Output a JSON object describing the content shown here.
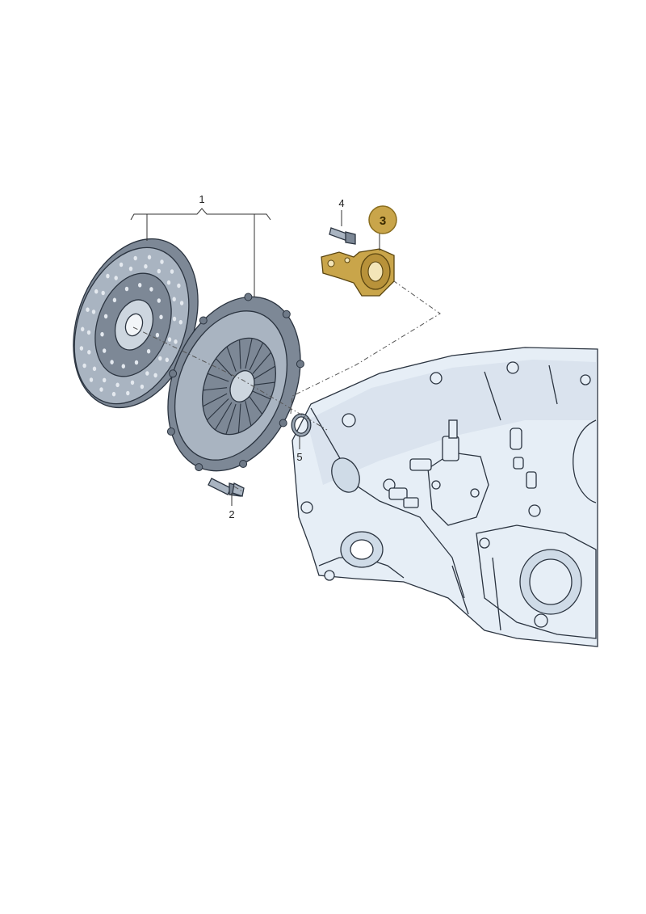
{
  "diagram": {
    "callouts": [
      {
        "id": "1",
        "label": "1",
        "highlighted": false
      },
      {
        "id": "2",
        "label": "2",
        "highlighted": false
      },
      {
        "id": "3",
        "label": "3",
        "highlighted": true
      },
      {
        "id": "4",
        "label": "4",
        "highlighted": false
      },
      {
        "id": "5",
        "label": "5",
        "highlighted": false
      }
    ],
    "colors": {
      "highlight_fill": "#c9a54a",
      "highlight_stroke": "#8a6d1e",
      "line_art": "#2b3440",
      "housing": "#e6eef6"
    }
  }
}
